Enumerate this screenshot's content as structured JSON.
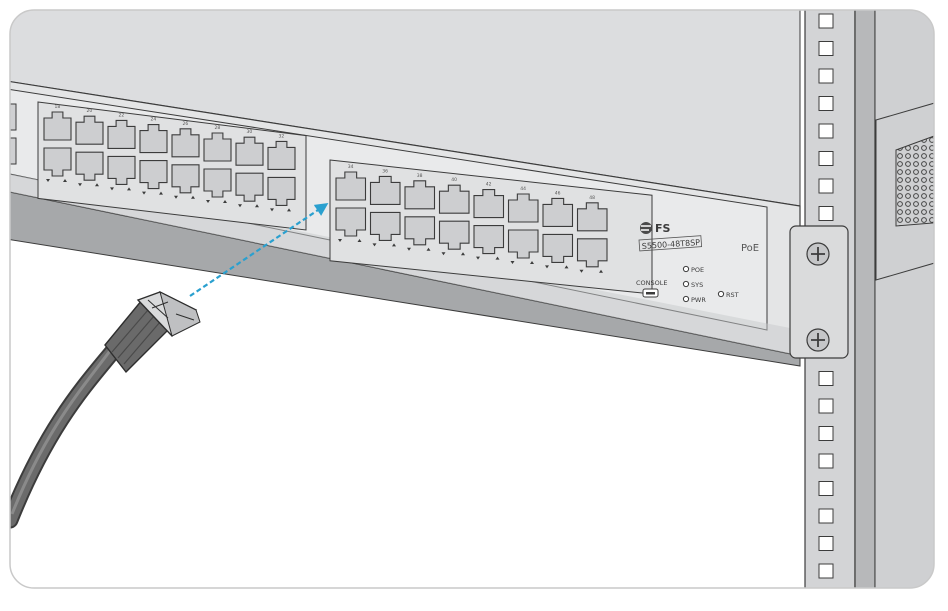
{
  "device": {
    "brand": "FS",
    "model": "S5500-48T8SP",
    "poe_badge": "PoE",
    "console_label": "CONSOLE",
    "reset_label": "RST",
    "leds": [
      "POE",
      "SYS",
      "PWR"
    ]
  },
  "ports": {
    "left_group_top_labels": [
      "18",
      "20",
      "22",
      "24",
      "26",
      "28",
      "30",
      "32"
    ],
    "right_group_top_labels": [
      "34",
      "36",
      "38",
      "40",
      "42",
      "44",
      "46",
      "48"
    ]
  },
  "colors": {
    "chassis": "#d8d9da",
    "chassis_dark": "#9fa1a3",
    "outline": "#3c3c3c",
    "arrow": "#2aa0cf",
    "frame_border": "#c9c9c9",
    "cable": "#5e5e5e"
  }
}
